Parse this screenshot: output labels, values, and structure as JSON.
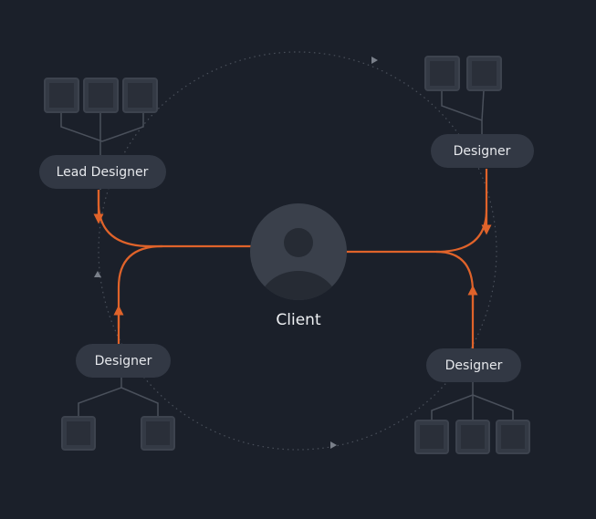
{
  "diagram": {
    "center": {
      "label": "Client",
      "icon": "user-avatar-icon"
    },
    "roles": [
      {
        "label": "Lead Designer",
        "deliverables": 3
      },
      {
        "label": "Designer",
        "deliverables": 2
      },
      {
        "label": "Designer",
        "deliverables": 2
      },
      {
        "label": "Designer",
        "deliverables": 3
      }
    ],
    "colors": {
      "background": "#1b202a",
      "flow": "#e0632a",
      "node": "#323844"
    }
  }
}
